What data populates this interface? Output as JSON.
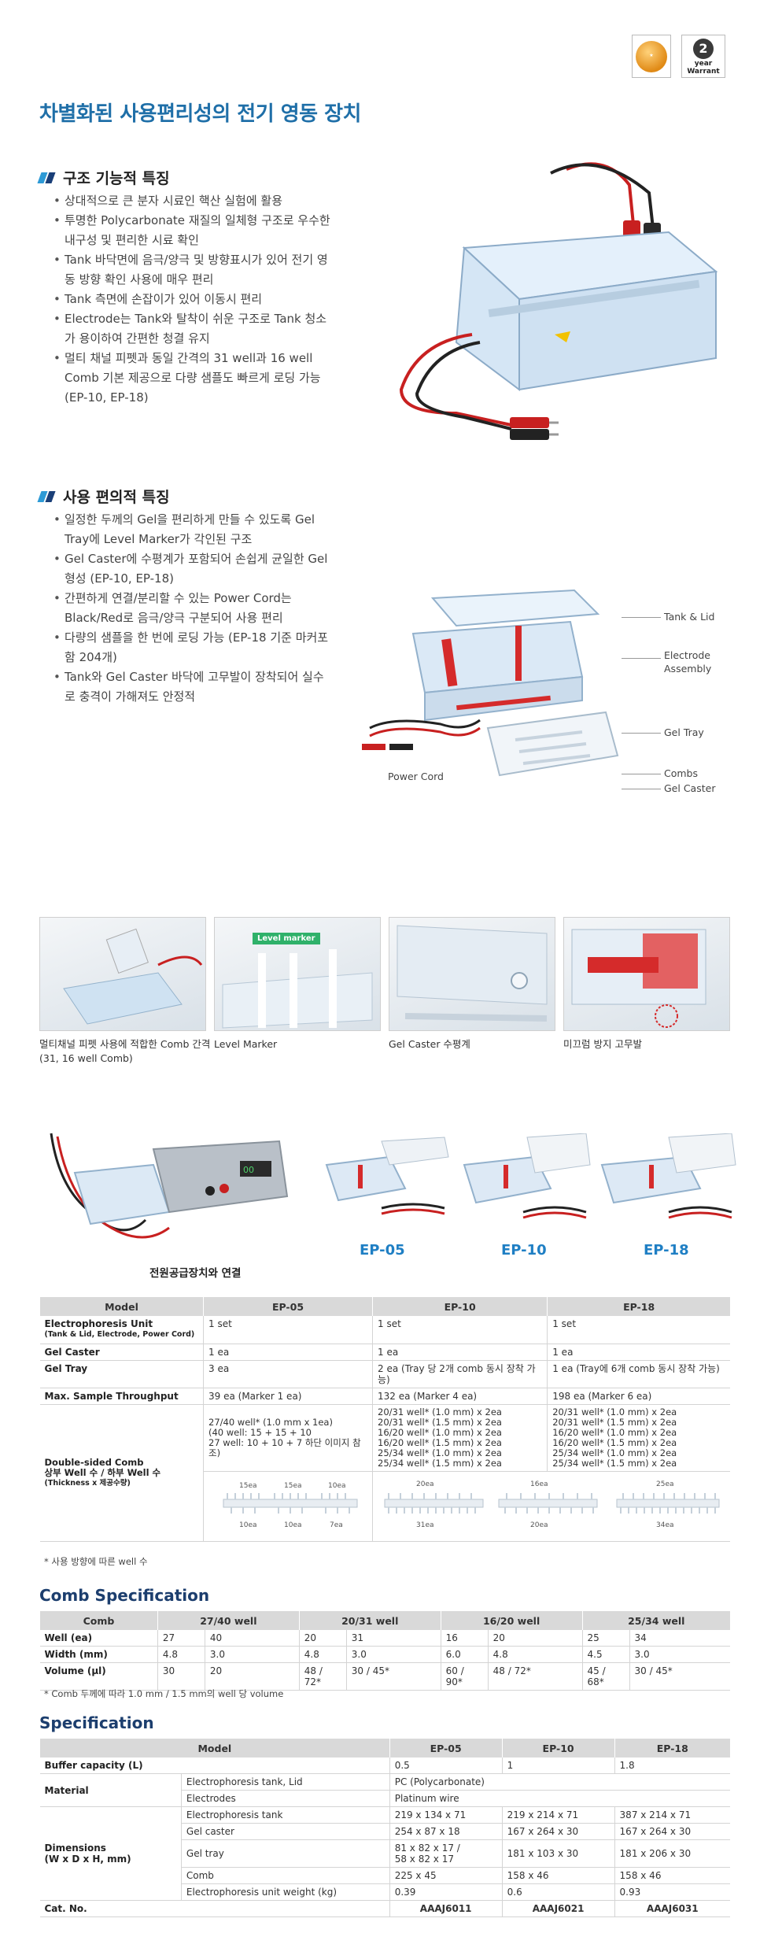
{
  "badges": {
    "warranty_num": "2",
    "warranty_line1": "year",
    "warranty_line2": "Warrant"
  },
  "title": "차별화된 사용편리성의 전기 영동 장치",
  "structure": {
    "heading": "구조 기능적 특징",
    "items": [
      "상대적으로 큰 분자 시료인 핵산 실험에 활용",
      "투명한 Polycarbonate 재질의 일체형 구조로 우수한 내구성 및 편리한 시료 확인",
      "Tank 바닥면에 음극/양극 및 방향표시가 있어 전기 영동 방향 확인 사용에 매우 편리",
      "Tank 측면에 손잡이가 있어 이동시 편리",
      "Electrode는 Tank와 탈착이 쉬운 구조로 Tank 청소가 용이하여 간편한 청결 유지",
      "멀티 채널 피펫과 동일 간격의 31 well과 16 well Comb 기본 제공으로 다량 샘플도 빠르게 로딩 가능 (EP-10, EP-18)"
    ]
  },
  "convenience": {
    "heading": "사용 편의적 특징",
    "items": [
      "일정한 두께의 Gel을 편리하게 만들 수 있도록 Gel Tray에 Level Marker가 각인된 구조",
      "Gel Caster에 수평계가 포함되어 손쉽게 균일한 Gel 형성 (EP-10, EP-18)",
      "간편하게 연결/분리할 수 있는 Power Cord는 Black/Red로 음극/양극 구분되어 사용 편리",
      "다량의 샘플을 한 번에 로딩 가능 (EP-18 기준 마커포함 204개)",
      "Tank와 Gel Caster 바닥에 고무발이 장착되어 실수로 충격이 가해져도 안정적"
    ]
  },
  "callouts": {
    "tank_lid": "Tank & Lid",
    "electrode_1": "Electrode",
    "electrode_2": "Assembly",
    "gel_tray": "Gel Tray",
    "combs": "Combs",
    "gel_caster": "Gel Caster",
    "power_cord": "Power Cord"
  },
  "photos": {
    "level_marker_tag": "Level marker",
    "cap1_line1": "멀티채널 피펫 사용에 적합한 Comb 간격",
    "cap1_line2": "(31, 16 well Comb)",
    "cap2": "Level Marker",
    "cap3": "Gel Caster 수평계",
    "cap4": "미끄럼 방지 고무발"
  },
  "models": {
    "power_caption": "전원공급장치와 연결",
    "ep05": "EP-05",
    "ep10": "EP-10",
    "ep18": "EP-18"
  },
  "compare": {
    "head": [
      "Model",
      "EP-05",
      "EP-10",
      "EP-18"
    ],
    "unit_label": "Electrophoresis Unit",
    "unit_sub": "(Tank & Lid, Electrode, Power Cord)",
    "unit": [
      "1 set",
      "1 set",
      "1 set"
    ],
    "caster_label": "Gel Caster",
    "caster": [
      "1 ea",
      "1 ea",
      "1 ea"
    ],
    "tray_label": "Gel Tray",
    "tray": [
      "3 ea",
      "2 ea (Tray 당 2개 comb 동시 장착 가능)",
      "1 ea (Tray에 6개 comb 동시 장착 가능)"
    ],
    "max_label": "Max. Sample Throughput",
    "max": [
      "39 ea (Marker 1 ea)",
      "132 ea (Marker 4 ea)",
      "198 ea (Marker 6 ea)"
    ],
    "comb_label1": "Double-sided Comb",
    "comb_label2": "상부 Well 수 / 하부 Well 수",
    "comb_label3": "(Thickness x 제공수량)",
    "ep05_comb": [
      "27/40 well* (1.0 mm x 1ea)",
      "(40 well: 15 + 15 + 10",
      "27 well: 10 + 10 + 7 하단 이미지 참조)"
    ],
    "ep10_comb": [
      "20/31 well* (1.0 mm) x 2ea",
      "20/31 well* (1.5 mm) x 2ea",
      "16/20 well* (1.0 mm) x 2ea",
      "16/20 well* (1.5 mm) x 2ea",
      "25/34 well* (1.0 mm) x 2ea",
      "25/34 well* (1.5 mm) x 2ea"
    ],
    "ep18_comb": [
      "20/31 well* (1.0 mm) x 2ea",
      "20/31 well* (1.5 mm) x 2ea",
      "16/20 well* (1.0 mm) x 2ea",
      "16/20 well* (1.5 mm) x 2ea",
      "25/34 well* (1.0 mm) x 2ea",
      "25/34 well* (1.5 mm) x 2ea"
    ],
    "ep05_top": [
      "15ea",
      "15ea",
      "10ea"
    ],
    "ep05_bot": [
      "10ea",
      "10ea",
      "7ea"
    ],
    "ep10_top": [
      "20ea",
      "16ea",
      "25ea"
    ],
    "ep10_bot": [
      "31ea",
      "20ea",
      "34ea"
    ],
    "note": "* 사용 방향에 따른 well 수"
  },
  "comb_spec": {
    "title": "Comb Specification",
    "head": [
      "Comb",
      "27/40 well",
      "20/31 well",
      "16/20 well",
      "25/34 well"
    ],
    "rows": [
      {
        "label": "Well (ea)",
        "vals": [
          "27",
          "40",
          "20",
          "31",
          "16",
          "20",
          "25",
          "34"
        ]
      },
      {
        "label": "Width (mm)",
        "vals": [
          "4.8",
          "3.0",
          "4.8",
          "3.0",
          "6.0",
          "4.8",
          "4.5",
          "3.0"
        ]
      },
      {
        "label": "Volume (μl)",
        "vals": [
          "30",
          "20",
          "48 / 72*",
          "30 / 45*",
          "60 / 90*",
          "48 / 72*",
          "45 / 68*",
          "30 / 45*"
        ]
      }
    ],
    "note": "* Comb 두께에 따라 1.0 mm / 1.5 mm의 well 당 volume"
  },
  "spec": {
    "title": "Specification",
    "head": [
      "Model",
      "EP-05",
      "EP-10",
      "EP-18"
    ],
    "buffer_label": "Buffer capacity (L)",
    "buffer": [
      "0.5",
      "1",
      "1.8"
    ],
    "material_label": "Material",
    "mat_tank_label": "Electrophoresis tank, Lid",
    "mat_tank": "PC (Polycarbonate)",
    "mat_elec_label": "Electrodes",
    "mat_elec": "Platinum wire",
    "dim_label1": "Dimensions",
    "dim_label2": "(W x D x H, mm)",
    "dim_tank_label": "Electrophoresis tank",
    "dim_tank": [
      "219 x 134 x 71",
      "219 x 214 x 71",
      "387 x 214 x 71"
    ],
    "dim_caster_label": "Gel caster",
    "dim_caster": [
      "254 x 87 x 18",
      "167 x 264 x 30",
      "167 x 264 x 30"
    ],
    "dim_tray_label": "Gel tray",
    "dim_tray_05a": "81 x 82 x 17 /",
    "dim_tray_05b": "58 x 82 x 17",
    "dim_tray": [
      "181 x 103 x 30",
      "181 x 206 x 30"
    ],
    "dim_comb_label": "Comb",
    "dim_comb": [
      "225 x 45",
      "158 x 46",
      "158 x 46"
    ],
    "weight_label": "Electrophoresis unit weight (kg)",
    "weight": [
      "0.39",
      "0.6",
      "0.93"
    ],
    "cat_label": "Cat. No.",
    "cat": [
      "AAAJ6011",
      "AAAJ6021",
      "AAAJ6031"
    ]
  }
}
